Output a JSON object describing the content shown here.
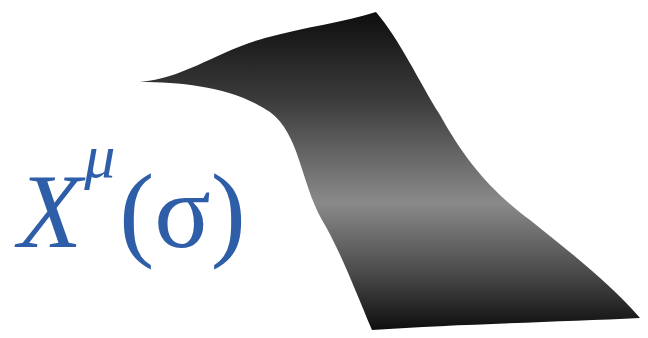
{
  "diagram": {
    "labels": [
      "X",
      "μ",
      "(σ)"
    ]
  }
}
